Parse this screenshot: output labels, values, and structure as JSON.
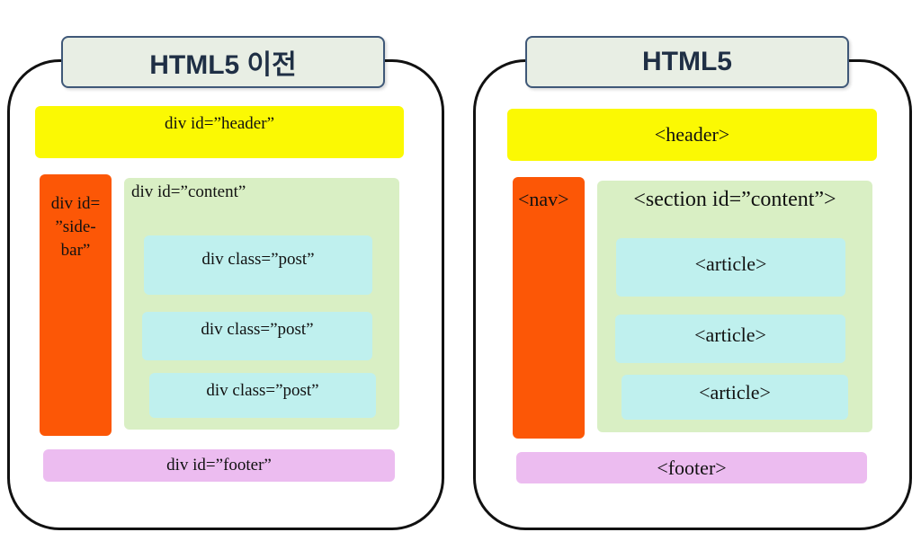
{
  "left": {
    "title": "HTML5 이전",
    "header": "div id=”header”",
    "sidebar": "div id=\n”side-\nbar”",
    "content": "div id=”content”",
    "posts": [
      "div class=”post”",
      "div class=”post”",
      "div class=”post”"
    ],
    "footer": "div id=”footer”"
  },
  "right": {
    "title": "HTML5",
    "header": "<header>",
    "nav": "<nav>",
    "section": "<section id=”content”>",
    "articles": [
      "<article>",
      "<article>",
      "<article>"
    ],
    "footer": "<footer>"
  },
  "colors": {
    "header": "#fbf903",
    "sidebar": "#fc5706",
    "content": "#d9efc4",
    "post": "#bff0ee",
    "footer": "#ecbcf0",
    "title_tab": "#e8eee4",
    "title_border": "#3f5878"
  }
}
